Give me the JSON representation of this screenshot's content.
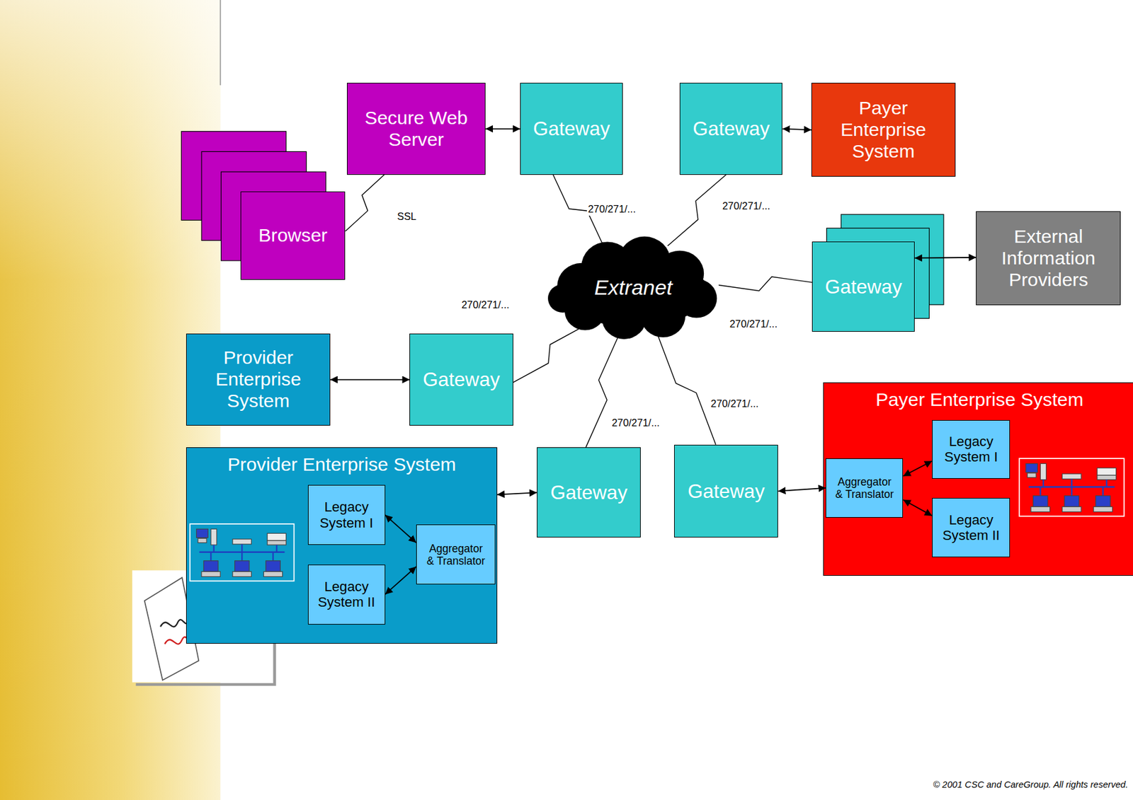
{
  "diagram": {
    "nodes": [
      {
        "text": [
          "Secure Web Server"
        ]
      },
      {
        "text": [
          "Gateway"
        ]
      },
      {
        "text": [
          "Gateway"
        ]
      },
      {
        "text": [
          "Payer Enterprise System"
        ]
      },
      {
        "text": [
          "Browser"
        ]
      },
      {
        "text": [
          "Extranet"
        ]
      },
      {
        "text": [
          "Gateway"
        ]
      },
      {
        "text": [
          "External Information Providers"
        ]
      },
      {
        "text": [
          "Provider Enterprise System"
        ]
      },
      {
        "text": [
          "Gateway"
        ]
      },
      {
        "text": [
          "Provider Enterprise System"
        ]
      },
      {
        "text": [
          "Legacy System I"
        ],
        "in": 10
      },
      {
        "text": [
          "Legacy System II"
        ],
        "in": 10
      },
      {
        "text": [
          "Aggregator & Translator"
        ],
        "in": 10
      },
      {
        "text": [
          "Gateway"
        ]
      },
      {
        "text": [
          "Gateway"
        ]
      },
      {
        "text": [
          "Payer Enterprise System"
        ]
      },
      {
        "text": [
          "Aggregator & Translator"
        ],
        "in": 16
      },
      {
        "text": [
          "Legacy System I"
        ],
        "in": 16
      },
      {
        "text": [
          "Legacy System II"
        ],
        "in": 16
      }
    ],
    "edges": [
      {
        "from": 0,
        "to": 1,
        "arrow": "both"
      },
      {
        "from": 2,
        "to": 3,
        "arrow": "both"
      },
      {
        "from": 4,
        "to": 0,
        "label": "SSL",
        "arrow": "none"
      },
      {
        "from": 1,
        "to": 5,
        "label": "270/271/...",
        "arrow": "none"
      },
      {
        "from": 2,
        "to": 5,
        "label": "270/271/...",
        "arrow": "none"
      },
      {
        "from": 6,
        "to": 5,
        "label": "270/271/...",
        "arrow": "none"
      },
      {
        "from": 6,
        "to": 7,
        "arrow": "both"
      },
      {
        "from": 8,
        "to": 9,
        "arrow": "both"
      },
      {
        "from": 9,
        "to": 5,
        "label": "270/271/...",
        "arrow": "none"
      },
      {
        "from": 14,
        "to": 5,
        "label": "270/271/...",
        "arrow": "none"
      },
      {
        "from": 15,
        "to": 5,
        "label": "270/271/...",
        "arrow": "none"
      },
      {
        "from": 10,
        "to": 14,
        "arrow": "both"
      },
      {
        "from": 15,
        "to": 17,
        "arrow": "both"
      },
      {
        "from": 11,
        "to": 13,
        "arrow": "both"
      },
      {
        "from": 12,
        "to": 13,
        "arrow": "both"
      },
      {
        "from": 17,
        "to": 18,
        "arrow": "both"
      },
      {
        "from": 17,
        "to": 19,
        "arrow": "both"
      }
    ],
    "labels": [
      "© 2001 CSC and CareGroup. All rights reserved."
    ]
  }
}
